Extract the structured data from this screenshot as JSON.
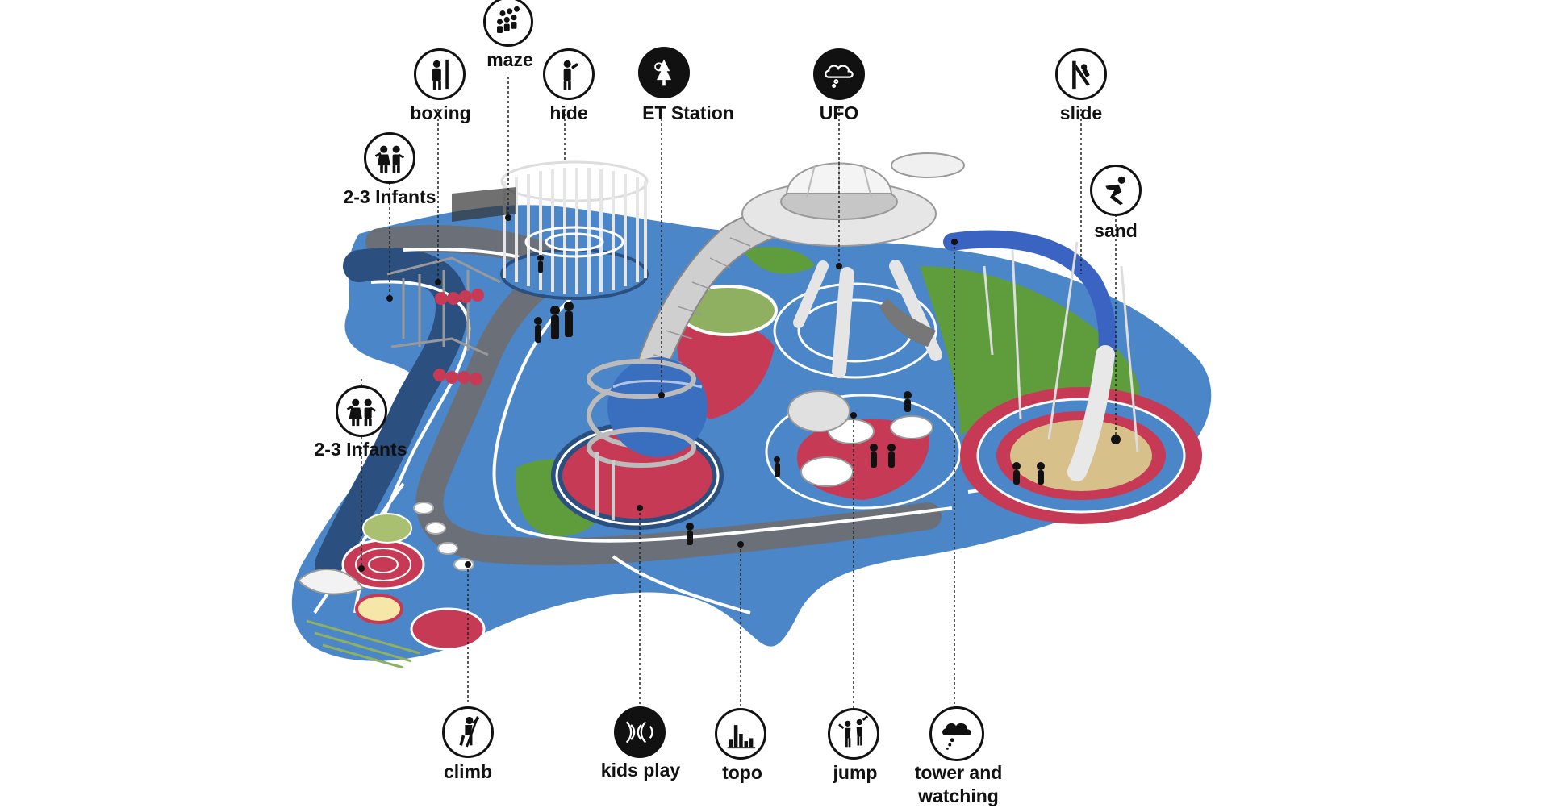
{
  "labels": {
    "maze": "maze",
    "boxing": "boxing",
    "hide": "hide",
    "et_station": "ET Station",
    "ufo": "UFO",
    "slide": "slide",
    "sand": "sand",
    "infants_top": "2-3 Infants",
    "infants_mid": "2-3 Infants",
    "climb": "climb",
    "kids_play": "kids play",
    "topo": "topo",
    "jump": "jump",
    "tower_line1": "tower and",
    "tower_line2": "watching"
  },
  "icons": {
    "maze": "crowd-icon",
    "boxing": "boxing-icon",
    "hide": "hide-icon",
    "et_station": "tree-station-icon",
    "ufo": "cloud-icon",
    "slide": "slide-icon",
    "sand": "sand-jump-icon",
    "infants": "children-icon",
    "climb": "climb-icon",
    "kids_play": "sound-play-icon",
    "topo": "topo-bars-icon",
    "jump": "jump-icon",
    "tower": "cloud-thought-icon"
  },
  "colors": {
    "blue": "#4a86c8",
    "dark_blue": "#2b4f7e",
    "red": "#c73a55",
    "grass": "#5f9d3c",
    "sand": "#d8c08a",
    "grey_path": "#6b7078"
  }
}
